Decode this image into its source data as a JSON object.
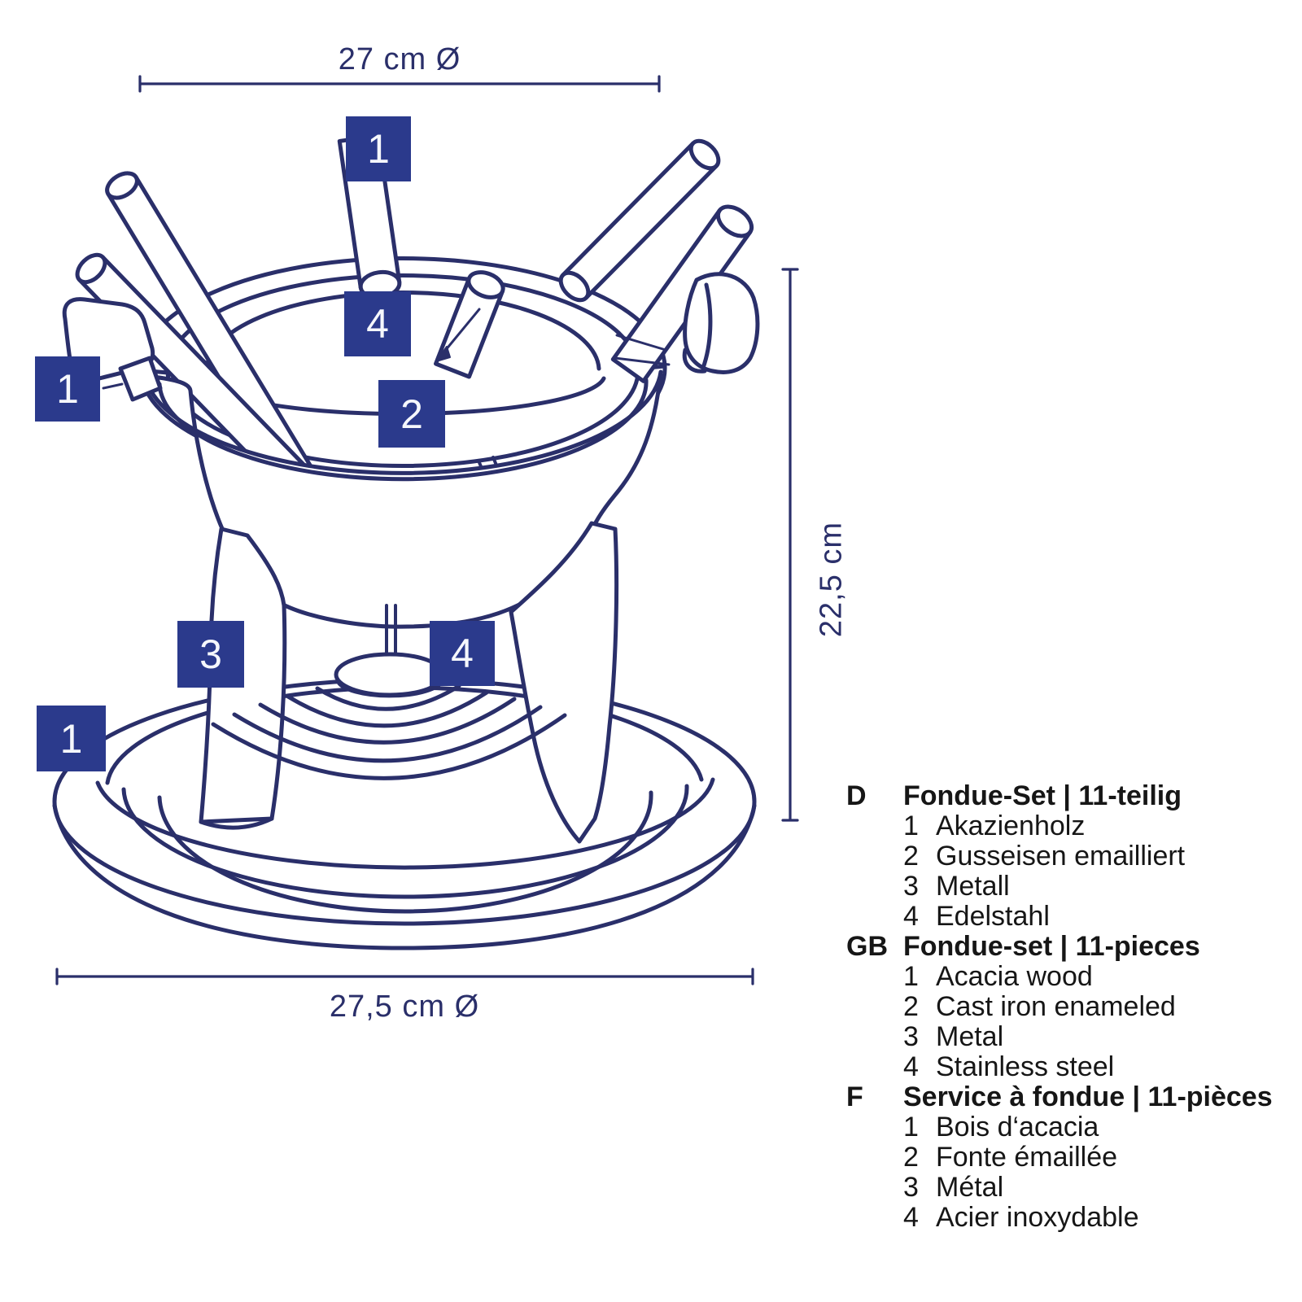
{
  "dimensions": {
    "top": "27 cm Ø",
    "right": "22,5 cm",
    "bottom": "27,5 cm Ø"
  },
  "callouts": [
    {
      "label": "1"
    },
    {
      "label": "4"
    },
    {
      "label": "1"
    },
    {
      "label": "2"
    },
    {
      "label": "3"
    },
    {
      "label": "4"
    },
    {
      "label": "1"
    }
  ],
  "legend": {
    "groups": [
      {
        "lang": "D",
        "title": "Fondue-Set | 11-teilig",
        "items": [
          {
            "n": "1",
            "text": "Akazienholz"
          },
          {
            "n": "2",
            "text": "Gusseisen emailliert"
          },
          {
            "n": "3",
            "text": "Metall"
          },
          {
            "n": "4",
            "text": "Edelstahl"
          }
        ]
      },
      {
        "lang": "GB",
        "title": "Fondue-set | 11-pieces",
        "items": [
          {
            "n": "1",
            "text": "Acacia wood"
          },
          {
            "n": "2",
            "text": "Cast iron enameled"
          },
          {
            "n": "3",
            "text": "Metal"
          },
          {
            "n": "4",
            "text": "Stainless steel"
          }
        ]
      },
      {
        "lang": "F",
        "title": "Service à fondue | 11-pièces",
        "items": [
          {
            "n": "1",
            "text": "Bois d‘acacia"
          },
          {
            "n": "2",
            "text": "Fonte émaillée"
          },
          {
            "n": "3",
            "text": "Métal"
          },
          {
            "n": "4",
            "text": "Acier inoxydable"
          }
        ]
      }
    ]
  },
  "colors": {
    "line": "#2a2f6a",
    "callout_square": "#2b3a8c",
    "legend_text": "#161616"
  }
}
